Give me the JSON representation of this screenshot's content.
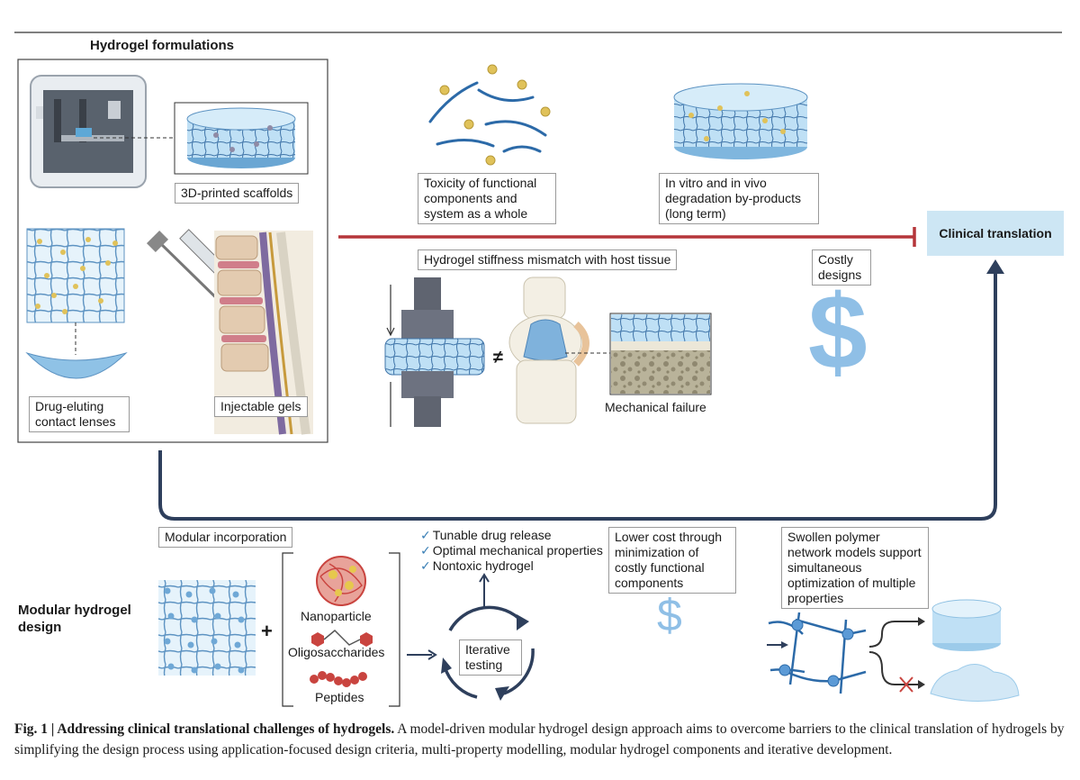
{
  "title": "Hydrogel formulations",
  "labels": {
    "scaffolds": "3D-printed scaffolds",
    "lenses": "Drug-eluting contact lenses",
    "injectable": "Injectable gels",
    "toxicity": "Toxicity of functional components and system as a whole",
    "degradation": "In vitro and in vivo degradation by-products (long term)",
    "stiffness": "Hydrogel stiffness mismatch with host tissue",
    "mech_failure": "Mechanical failure",
    "costly": "Costly designs",
    "clinical": "Clinical translation",
    "modular_inc": "Modular incorporation",
    "modular_design": "Modular hydrogel design",
    "nanoparticle": "Nanoparticle",
    "oligo": "Oligosaccharides",
    "peptides": "Peptides",
    "iterative": "Iterative testing",
    "lower_cost": "Lower cost through minimization of costly functional components",
    "swollen": "Swollen polymer network models support simultaneous optimization of multiple properties",
    "plus": "+",
    "neq": "≠",
    "dollar": "$"
  },
  "checklist": [
    "Tunable drug release",
    "Optimal mechanical properties",
    "Nontoxic hydrogel"
  ],
  "caption": {
    "label": "Fig. 1 | Addressing clinical translational challenges of hydrogels.",
    "text": "A model-driven modular hydrogel design approach aims to overcome barriers to the clinical translation of hydrogels by simplifying the design process using application-focused design criteria, multi-property modelling, modular hydrogel components and iterative development."
  },
  "colors": {
    "arrow_dark": "#2e3f5c",
    "barrier_red": "#b5363a",
    "clinical_fill": "#cde6f4",
    "gel_blue": "#a9d3ee",
    "dollar_blue": "#8fbfe6",
    "bead_yellow": "#e0c25a",
    "nano_red": "#c9443f"
  }
}
